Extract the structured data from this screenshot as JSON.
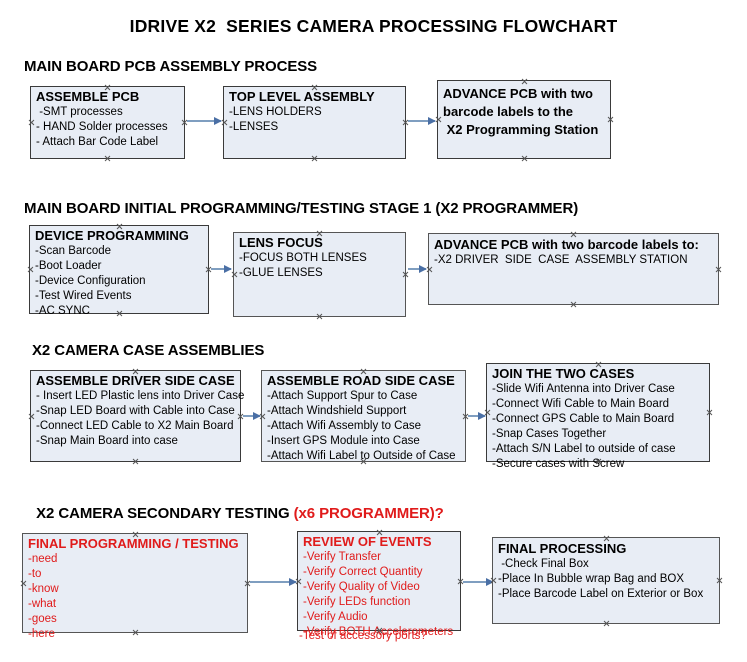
{
  "title": "IDRIVE X2  SERIES CAMERA PROCESSING FLOWCHART",
  "colors": {
    "box_fill": "#e8edf5",
    "box_border": "#3a3a3a",
    "connector": "#7f9ec0",
    "red_text": "#e01b1b",
    "background": "#ffffff"
  },
  "sections": [
    {
      "id": "pcb-assembly",
      "heading": "MAIN BOARD PCB ASSEMBLY PROCESS",
      "heading_suffix": ""
    },
    {
      "id": "initial-programming",
      "heading": "MAIN BOARD INITIAL PROGRAMMING/TESTING STAGE 1 (X2 PROGRAMMER)",
      "heading_suffix": ""
    },
    {
      "id": "case-assemblies",
      "heading": "X2 CAMERA CASE ASSEMBLIES",
      "heading_suffix": ""
    },
    {
      "id": "secondary-testing",
      "heading": "X2 CAMERA SECONDARY TESTING ",
      "heading_suffix": "(x6 PROGRAMMER)?"
    }
  ],
  "nodes": {
    "assemble_pcb": {
      "title": "ASSEMBLE PCB",
      "lines": [
        " -SMT processes",
        "- HAND Solder processes",
        "- Attach Bar Code Label"
      ]
    },
    "top_level_assembly": {
      "title": "TOP LEVEL ASSEMBLY",
      "lines": [
        "-LENS HOLDERS",
        "-LENSES"
      ]
    },
    "advance_pcb_station": {
      "title": "ADVANCE PCB with two",
      "lines": [
        "barcode labels to the",
        " X2 Programming Station"
      ]
    },
    "device_programming": {
      "title": "DEVICE PROGRAMMING",
      "lines": [
        "-Scan Barcode",
        "-Boot Loader",
        "-Device Configuration",
        "-Test Wired Events",
        "-AC SYNC"
      ]
    },
    "lens_focus": {
      "title": "LENS FOCUS",
      "lines": [
        "-FOCUS BOTH LENSES",
        "-GLUE LENSES"
      ]
    },
    "advance_pcb_driver_side": {
      "title": "ADVANCE PCB with two barcode labels to:",
      "lines": [
        "-X2 DRIVER  SIDE  CASE  ASSEMBLY STATION"
      ]
    },
    "assemble_driver_side_case": {
      "title": "ASSEMBLE DRIVER SIDE CASE",
      "lines": [
        "- Insert LED Plastic lens into Driver Case",
        "-Snap LED Board with Cable into Case",
        "-Connect LED Cable to X2 Main Board",
        "-Snap Main Board into case"
      ]
    },
    "assemble_road_side_case": {
      "title": "ASSEMBLE ROAD SIDE CASE",
      "lines": [
        "-Attach Support Spur to Case",
        "-Attach Windshield Support",
        "-Attach Wifi Assembly to Case",
        "-Insert GPS Module into Case",
        "-Attach Wifi Label to Outside of Case"
      ]
    },
    "join_the_two_cases": {
      "title": "JOIN THE TWO CASES",
      "lines": [
        "-Slide Wifi Antenna into Driver Case",
        "-Connect Wifi Cable to Main Board",
        "-Connect GPS Cable to Main Board",
        "-Snap Cases Together",
        "-Attach S/N Label to outside of case",
        "-Secure cases with Screw"
      ]
    },
    "final_programming_testing": {
      "title": "FINAL PROGRAMMING / TESTING",
      "lines": [
        "-need",
        "-to",
        "-know",
        "-what",
        "-goes",
        "-here"
      ]
    },
    "review_of_events": {
      "title": "REVIEW OF EVENTS",
      "lines": [
        "-Verify Transfer",
        "-Verify Correct Quantity",
        "-Verify Quality of Video",
        "-Verify LEDs function",
        "-Verify Audio",
        "-Verify BOTH Accelerometers"
      ],
      "overflow_line": "-Test of accessory ports?"
    },
    "final_processing": {
      "title": "FINAL PROCESSING",
      "lines": [
        " -Check Final Box",
        "-Place In Bubble wrap Bag and BOX",
        "-Place Barcode Label on Exterior or Box"
      ]
    }
  }
}
